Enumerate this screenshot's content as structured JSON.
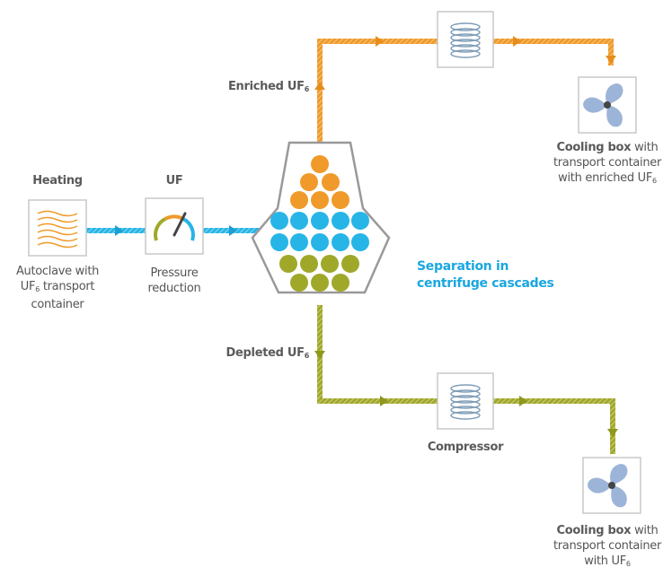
{
  "colors": {
    "enriched": "#ef9a2a",
    "depleted": "#a0a82a",
    "feed": "#26b5e6",
    "separation_text": "#1aa7e0",
    "box_border": "#c8c8c8",
    "text": "#555555"
  },
  "icons": {
    "heating": "heat-waves-icon",
    "pressure": "pressure-gauge-icon",
    "coil": "coil-icon",
    "fan": "fan-icon",
    "cascade": "centrifuge-cascade-icon"
  },
  "labels": {
    "heating": "Heating",
    "uf_head": "UF",
    "autoclave_line1": "Autoclave with",
    "autoclave_line2_uf": "UF",
    "autoclave_line2_sub": "6",
    "autoclave_line2_rest": " transport",
    "autoclave_line3": "container",
    "pressure_line1": "Pressure",
    "pressure_line2": "reduction",
    "enriched_main": "Enriched UF",
    "enriched_sub": "6",
    "depleted_main": "Depleted UF",
    "depleted_sub": "6",
    "separation_line1": "Separation in",
    "separation_line2": "centrifuge cascades",
    "cool1_bold": "Cooling box",
    "cool1_rest": " with",
    "cool1_line2": "transport container",
    "cool1_line3_main": "with enriched UF",
    "cool1_line3_sub": "6",
    "compressor": "Compressor",
    "cool2_bold": "Cooling box",
    "cool2_rest": " with",
    "cool2_line2": "transport container",
    "cool2_line3_main": "with UF",
    "cool2_line3_sub": "6"
  }
}
